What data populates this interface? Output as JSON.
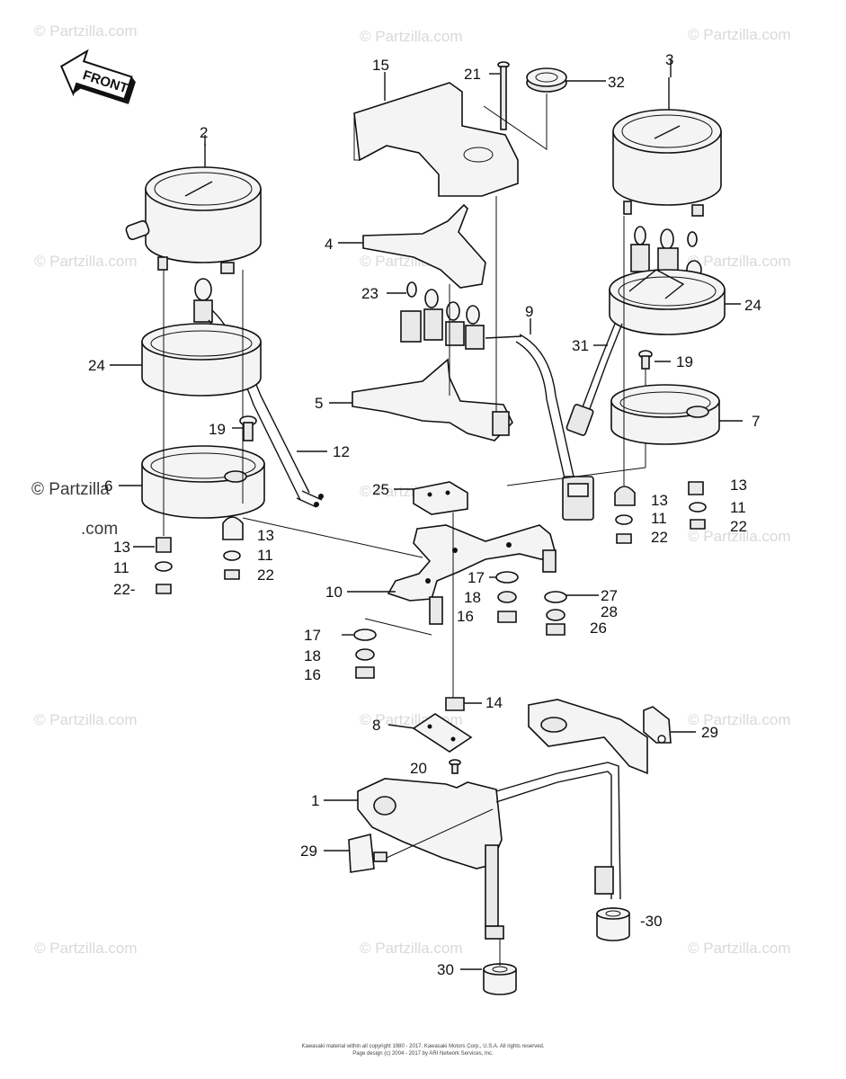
{
  "arrow_label": "FRONT",
  "watermark": "© Partzilla.com",
  "watermark_short": "© Partzilla",
  "labels": {
    "l1": "1",
    "l2": "2",
    "l3": "3",
    "l4": "4",
    "l5": "5",
    "l6": "6",
    "l7": "7",
    "l8": "8",
    "l9": "9",
    "l10": "10",
    "l11a": "11",
    "l11b": "11",
    "l11c": "11",
    "l11d": "11",
    "l12": "12",
    "l13a": "13",
    "l13b": "13",
    "l13c": "13",
    "l13d": "13",
    "l14": "14",
    "l15": "15",
    "l16a": "16",
    "l16b": "16",
    "l17a": "17",
    "l17b": "17",
    "l18a": "18",
    "l18b": "18",
    "l19a": "19",
    "l19b": "19",
    "l20": "20",
    "l21": "21",
    "l22a": "22-",
    "l22b": "22",
    "l22c": "22",
    "l22d": "22",
    "l23": "23",
    "l24a": "24",
    "l24b": "24",
    "l25": "25",
    "l26": "26",
    "l27": "27",
    "l28": "28",
    "l29a": "29",
    "l29b": "29",
    "l30a": "-30",
    "l30b": "30",
    "l31": "31",
    "l32": "32"
  },
  "footer": {
    "line1": "Kawasaki material within all copyright 1980 - 2017. Kawasaki Motors Corp., U.S.A. All rights reserved.",
    "line2": "Page design (c) 2004 - 2017 by ARI Network Services, Inc."
  }
}
